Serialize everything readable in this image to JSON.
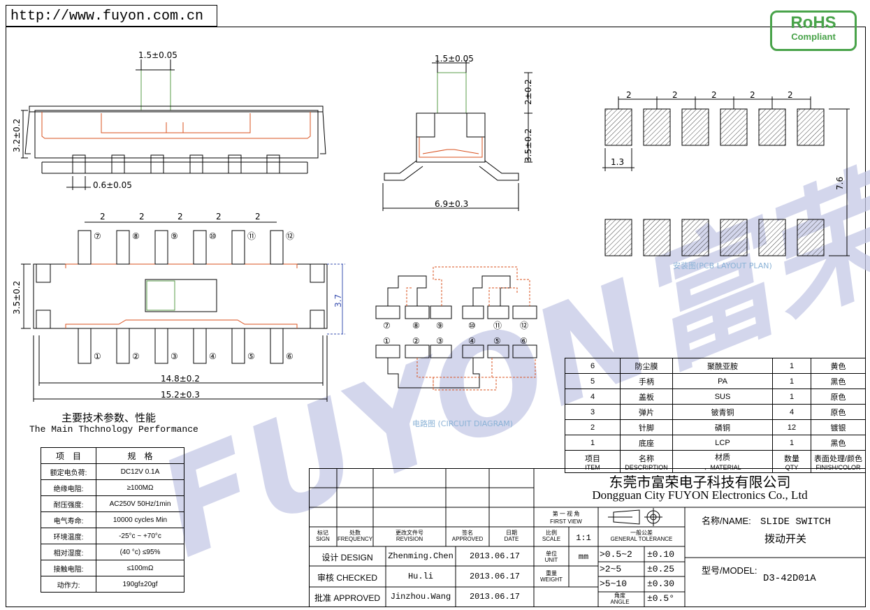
{
  "url": "http://www.fuyon.com.cn",
  "rohs": {
    "line1": "RoHS",
    "line2": "Compliant"
  },
  "watermark": "FUYON富荣",
  "dims": {
    "top_view_width": "1.5±0.05",
    "side_height": "3.2±0.2",
    "pin_width": "0.6±0.05",
    "end_width": "1.5±0.05",
    "end_h1": "2±0.2",
    "end_h2": "3.5±0.2",
    "end_w": "6.9±0.3",
    "pitch": "2",
    "body_h": "3.5±0.2",
    "body_h2": "3.7",
    "len1": "14.8±0.2",
    "len2": "15.2±0.3",
    "pcb_pad_w": "1.3",
    "pcb_h": "7.6"
  },
  "pins_top": [
    "⑦",
    "⑧",
    "⑨",
    "⑩",
    "⑪",
    "⑫"
  ],
  "pins_bottom": [
    "①",
    "②",
    "③",
    "④",
    "⑤",
    "⑥"
  ],
  "pcb_caption": "安装图(PCB LAYOUT PLAN)",
  "circuit_caption": "电路图 (CIRCUIT DIAGRAM)",
  "perf": {
    "title_cn": "主要技术参数、性能",
    "title_en": "The Main Thchnology Performance",
    "headers": [
      "项　目",
      "规　格"
    ],
    "rows": [
      [
        "额定电负荷:",
        "DC12V 0.1A"
      ],
      [
        "绝缘电阻:",
        "≥100MΩ"
      ],
      [
        "耐压强度:",
        "AC250V  50Hz/1min"
      ],
      [
        "电气寿命:",
        "10000 cycles Min"
      ],
      [
        "环境温度:",
        "-25°c ~ +70°c"
      ],
      [
        "相对湿度:",
        "(40 °c) ≤95%"
      ],
      [
        "接触电阻:",
        "≤100mΩ"
      ],
      [
        "动作力:",
        "190gf±20gf"
      ]
    ]
  },
  "bom": {
    "rows": [
      [
        "6",
        "防尘膜",
        "聚酰亚胺",
        "1",
        "黄色"
      ],
      [
        "5",
        "手柄",
        "PA",
        "1",
        "黑色"
      ],
      [
        "4",
        "盖板",
        "SUS",
        "1",
        "原色"
      ],
      [
        "3",
        "弹片",
        "铍青铜",
        "4",
        "原色"
      ],
      [
        "2",
        "针脚",
        "磷铜",
        "12",
        "镀银"
      ],
      [
        "1",
        "底座",
        "LCP",
        "1",
        "黑色"
      ]
    ],
    "header": [
      [
        "项目",
        "ITEM"
      ],
      [
        "名称",
        "DESCRIPTION"
      ],
      [
        "材质",
        "、MATERIAL"
      ],
      [
        "数量",
        "QTY"
      ],
      [
        "表面处理/颜色",
        "FINISH/COLOR"
      ]
    ]
  },
  "title_block": {
    "company_cn": "东莞市富荣电子科技有限公司",
    "company_en": "Dongguan City FUYON Electronics Co., Ltd",
    "first_view_cn": "第 一 视 角",
    "first_view_en": "FIRST VIEW",
    "rev_headers": [
      [
        "标记",
        "SIGN"
      ],
      [
        "处数",
        "FREQUENCY"
      ],
      [
        "更改文件号",
        "REVISION"
      ],
      [
        "签名",
        "APPROVED"
      ],
      [
        "日期",
        "DATE"
      ],
      [
        "比例",
        "SCALE"
      ]
    ],
    "scale": "1:1",
    "tol_title_cn": "一般公差",
    "tol_title_en": "GENERAL TOLERANCE",
    "unit_cn": "单位",
    "unit_en": "UNIT",
    "unit": "mm",
    "weight_cn": "重量",
    "weight_en": "WEIGHT",
    "angle_cn": "角度",
    "angle_en": "ANGLE",
    "tolerances": [
      [
        ">0.5~2",
        "±0.10"
      ],
      [
        ">2~5",
        "±0.25"
      ],
      [
        ">5~10",
        "±0.30"
      ],
      [
        "",
        "±0.5°"
      ]
    ],
    "signoff": [
      [
        "设计 DESIGN",
        "Zhenming.Chen",
        "2013.06.17"
      ],
      [
        "审核 CHECKED",
        "Hu.li",
        "2013.06.17"
      ],
      [
        "批准 APPROVED",
        "Jinzhou.Wang",
        "2013.06.17"
      ]
    ],
    "name_label": "名称/NAME:",
    "name_en": "SLIDE SWITCH",
    "name_cn": "拨动开关",
    "model_label": "型号/MODEL:",
    "model": "D3-42D01A"
  }
}
